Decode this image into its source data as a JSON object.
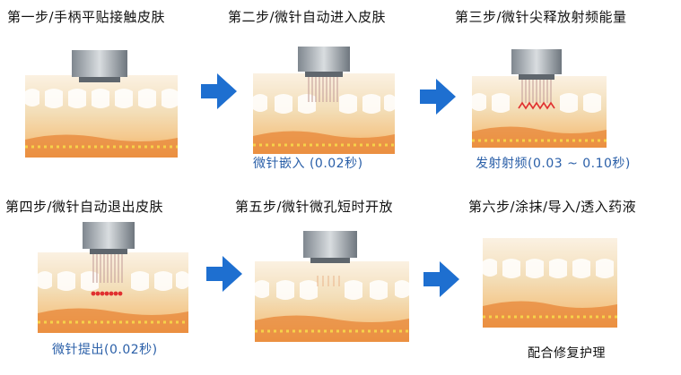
{
  "steps": [
    {
      "title": "第一步/手柄平贴接触皮肤",
      "caption": ""
    },
    {
      "title": "第二步/微针自动进入皮肤",
      "caption": "微针嵌入 (0.02秒)"
    },
    {
      "title": "第三步/微针尖释放射频能量",
      "caption": "发射射频(0.03 ~ 0.10秒)"
    },
    {
      "title": "第四步/微针自动退出皮肤",
      "caption": "微针提出(0.02秒)"
    },
    {
      "title": "第五步/微针微孔短时开放",
      "caption": ""
    },
    {
      "title": "第六步/涂抹/导入/透入药液",
      "caption": "配合修复护理"
    }
  ],
  "colors": {
    "caption_blue": "#2a5fa8",
    "caption_dark": "#111111",
    "arrow_blue": "#1e6fd0",
    "skin_top": "#f3e2c6",
    "skin_mid": "#f6cf9a",
    "skin_deep": "#f0a65a",
    "handpiece": "#9aa3ab",
    "rf_red": "#e03030"
  }
}
